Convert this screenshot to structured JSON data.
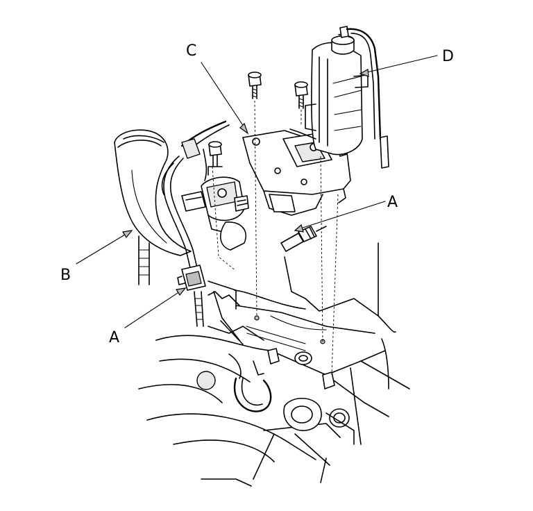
{
  "callouts": {
    "a_upper": "A",
    "a_lower": "A",
    "b": "B",
    "c": "C",
    "d": "D"
  },
  "colors": {
    "line": "#000000",
    "background": "#ffffff"
  }
}
